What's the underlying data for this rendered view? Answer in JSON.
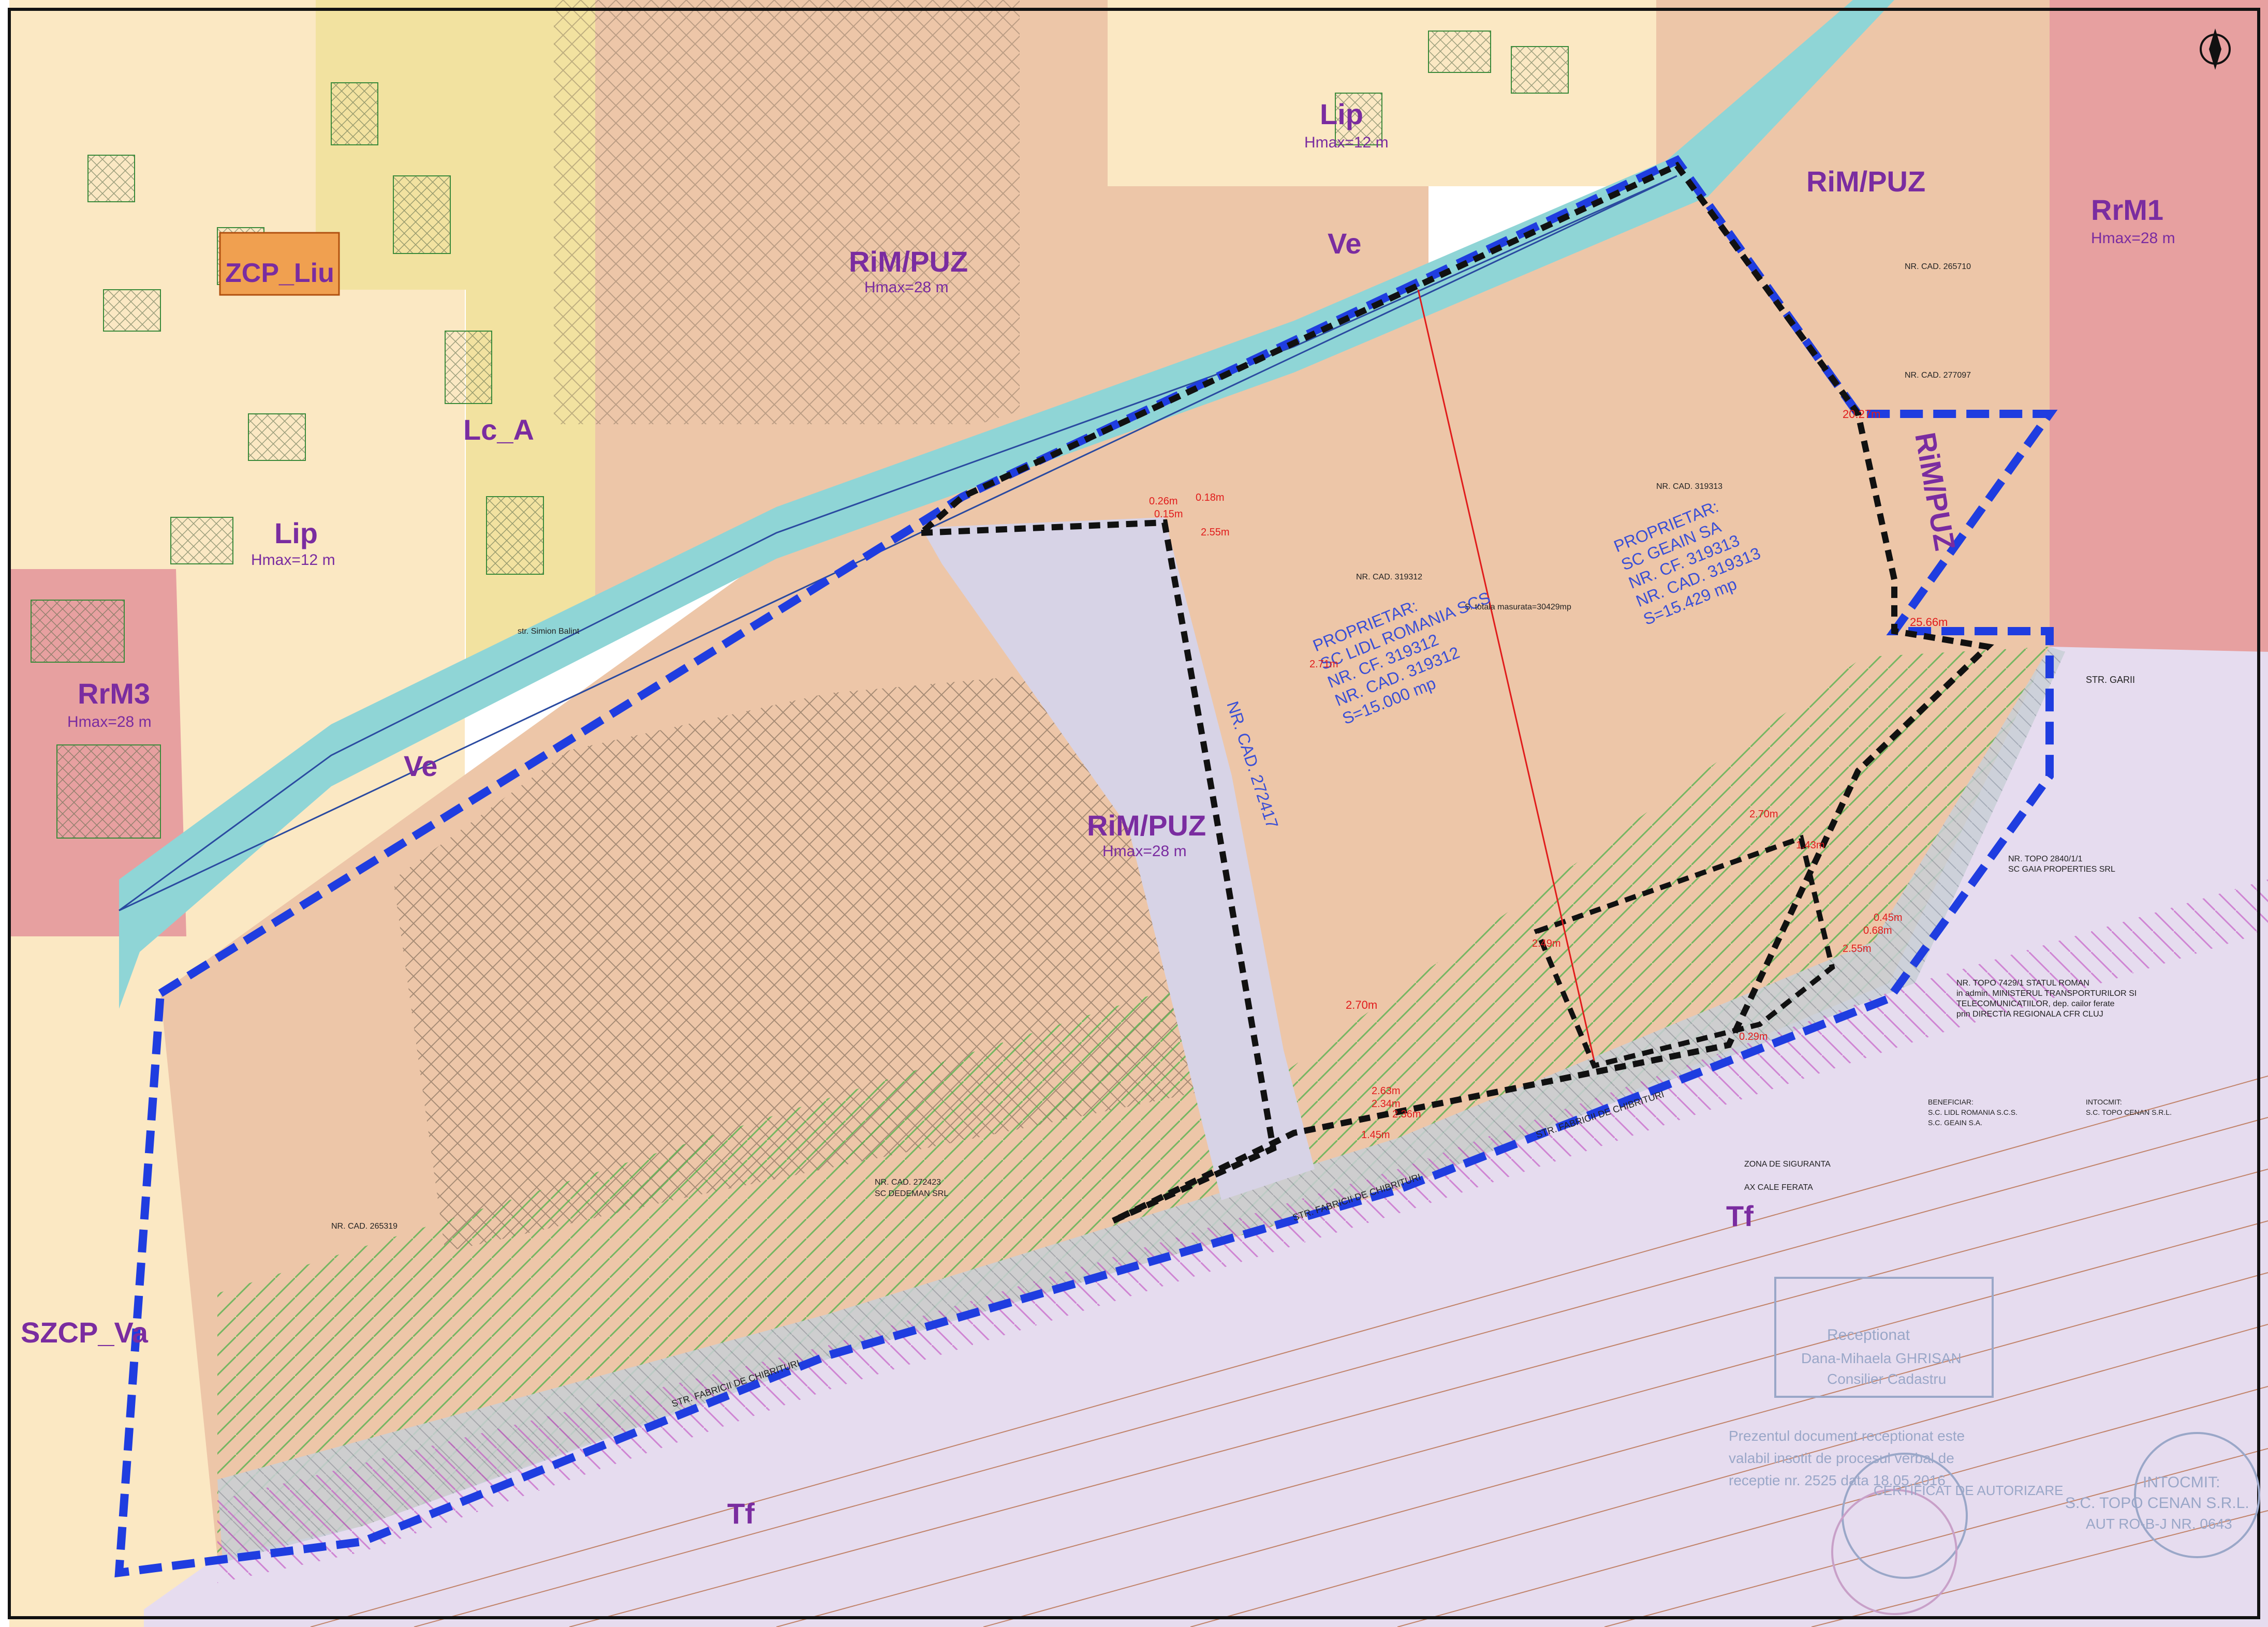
{
  "colors": {
    "residential_low": "#fbe8c3",
    "mixed_puz": "#edc6a8",
    "green_river": "#8fd5d6",
    "rail": "#e6dcef",
    "rrm_red": "#e7a0a0",
    "lc_yellow": "#f2e2a0",
    "zcp_orange": "#f0a050",
    "boundary_blue": "#1f3de0",
    "boundary_black": "#111111",
    "zone_text": "#7a2ca0"
  },
  "zones": {
    "rim_puz_top": {
      "code": "RiM/PUZ",
      "hmax": "Hmax=28 m"
    },
    "rim_puz_main": {
      "code": "RiM/PUZ",
      "hmax": "Hmax=28 m"
    },
    "rim_puz_right": {
      "code": "RiM/PUZ"
    },
    "rim_puz_vertical": {
      "code": "RiM/PUZ"
    },
    "rrm1": {
      "code": "RrM1",
      "hmax": "Hmax=28 m"
    },
    "rrm3": {
      "code": "RrM3",
      "hmax": "Hmax=28 m"
    },
    "lip_top": {
      "code": "Lip",
      "hmax": "Hmax=12 m"
    },
    "lip_left": {
      "code": "Lip",
      "hmax": "Hmax=12 m"
    },
    "lc_a": {
      "code": "Lc_A"
    },
    "zcp_liu": {
      "code": "ZCP_Liu"
    },
    "szcp_va": {
      "code": "SZCP_Va"
    },
    "ve_top": {
      "code": "Ve"
    },
    "ve_left": {
      "code": "Ve"
    },
    "tf_right": {
      "code": "Tf"
    },
    "tf_bottom": {
      "code": "Tf"
    }
  },
  "owners": {
    "lidl": {
      "line1": "PROPRIETAR:",
      "line2": "SC LIDL ROMANIA SCS",
      "line3": "NR. CF. 319312",
      "line4": "NR. CAD. 319312",
      "line5": "S=15.000 mp"
    },
    "geain": {
      "line1": "PROPRIETAR:",
      "line2": "SC GEAIN SA",
      "line3": "NR. CF. 319313",
      "line4": "NR. CAD. 319313",
      "line5": "S=15.429 mp"
    },
    "road": {
      "line1": "NR. CAD. 272417"
    }
  },
  "streets": {
    "fabricii_1": "STR. FABRICII DE CHIBRITURI",
    "fabricii_2": "STR. FABRICII DE CHIBRITURI",
    "fabricii_3": "STR. FABRICII DE CHIBRITURI",
    "simion": "str. Simion Balint",
    "garii": "STR. GARII"
  },
  "dimensions": {
    "d1": "20.27m",
    "d2": "25.66m",
    "d3": "2.70m",
    "d4": "0.26m",
    "d5": "0.15m",
    "d6": "2.55m",
    "d7": "0.18m",
    "d8": "2.71m",
    "d9": "2.63m",
    "d10": "2.34m",
    "d11": "2.36m",
    "d12": "1.45m",
    "d13": "0.29m",
    "d14": "0.45m",
    "d15": "0.68m",
    "d16": "2.49m",
    "d17": "1.43m",
    "d18": "2.70m",
    "d19": "2.55m"
  },
  "cadastral": {
    "nc_319312": "NR. CAD. 319312",
    "nc_319313": "NR. CAD. 319313",
    "nc_265319": "NR. CAD. 265319",
    "nc_265710": "NR. CAD. 265710",
    "nc_277097": "NR. CAD. 277097",
    "nc_272423": "NR. CAD. 272423",
    "dedeman": "SC DEDEMAN SRL",
    "surface": "S. totala masurata=30429mp",
    "safety": "ZONA DE SIGURANTA",
    "axis": "AX CALE FERATA"
  },
  "notes_right": {
    "n1": "NR. TOPO 2840/1/1",
    "n2": "SC GAIA PROPERTIES SRL",
    "n3": "NR. TOPO 7429/1 STATUL ROMAN",
    "n4": "in admin. MINISTERUL TRANSPORTURILOR SI",
    "n5": "TELECOMUNICATIILOR, dep. cailor ferate",
    "n6": "prin DIRECTIA REGIONALA CFR CLUJ",
    "beneficiar": "BENEFICIAR:",
    "b1": "S.C. LIDL ROMANIA S.C.S.",
    "b2": "S.C. GEAIN S.A.",
    "intocmit": "INTOCMIT:",
    "i1": "S.C. TOPO CENAN S.R.L."
  },
  "stamps": {
    "s1": "Receptionat",
    "s2": "Dana-Mihaela GHRISAN",
    "s3": "Consilier Cadastru",
    "s4": "Prezentul document receptionat este",
    "s5": "valabil insotit de procesul verbal de",
    "s6": "receptie nr. 2525 data 18.05.2016",
    "s7": "INTOCMIT:",
    "s8": "S.C. TOPO CENAN S.R.L.",
    "s9": "AUT RO-B-J NR. 0643",
    "s10": "CERTIFICAT DE AUTORIZARE"
  }
}
